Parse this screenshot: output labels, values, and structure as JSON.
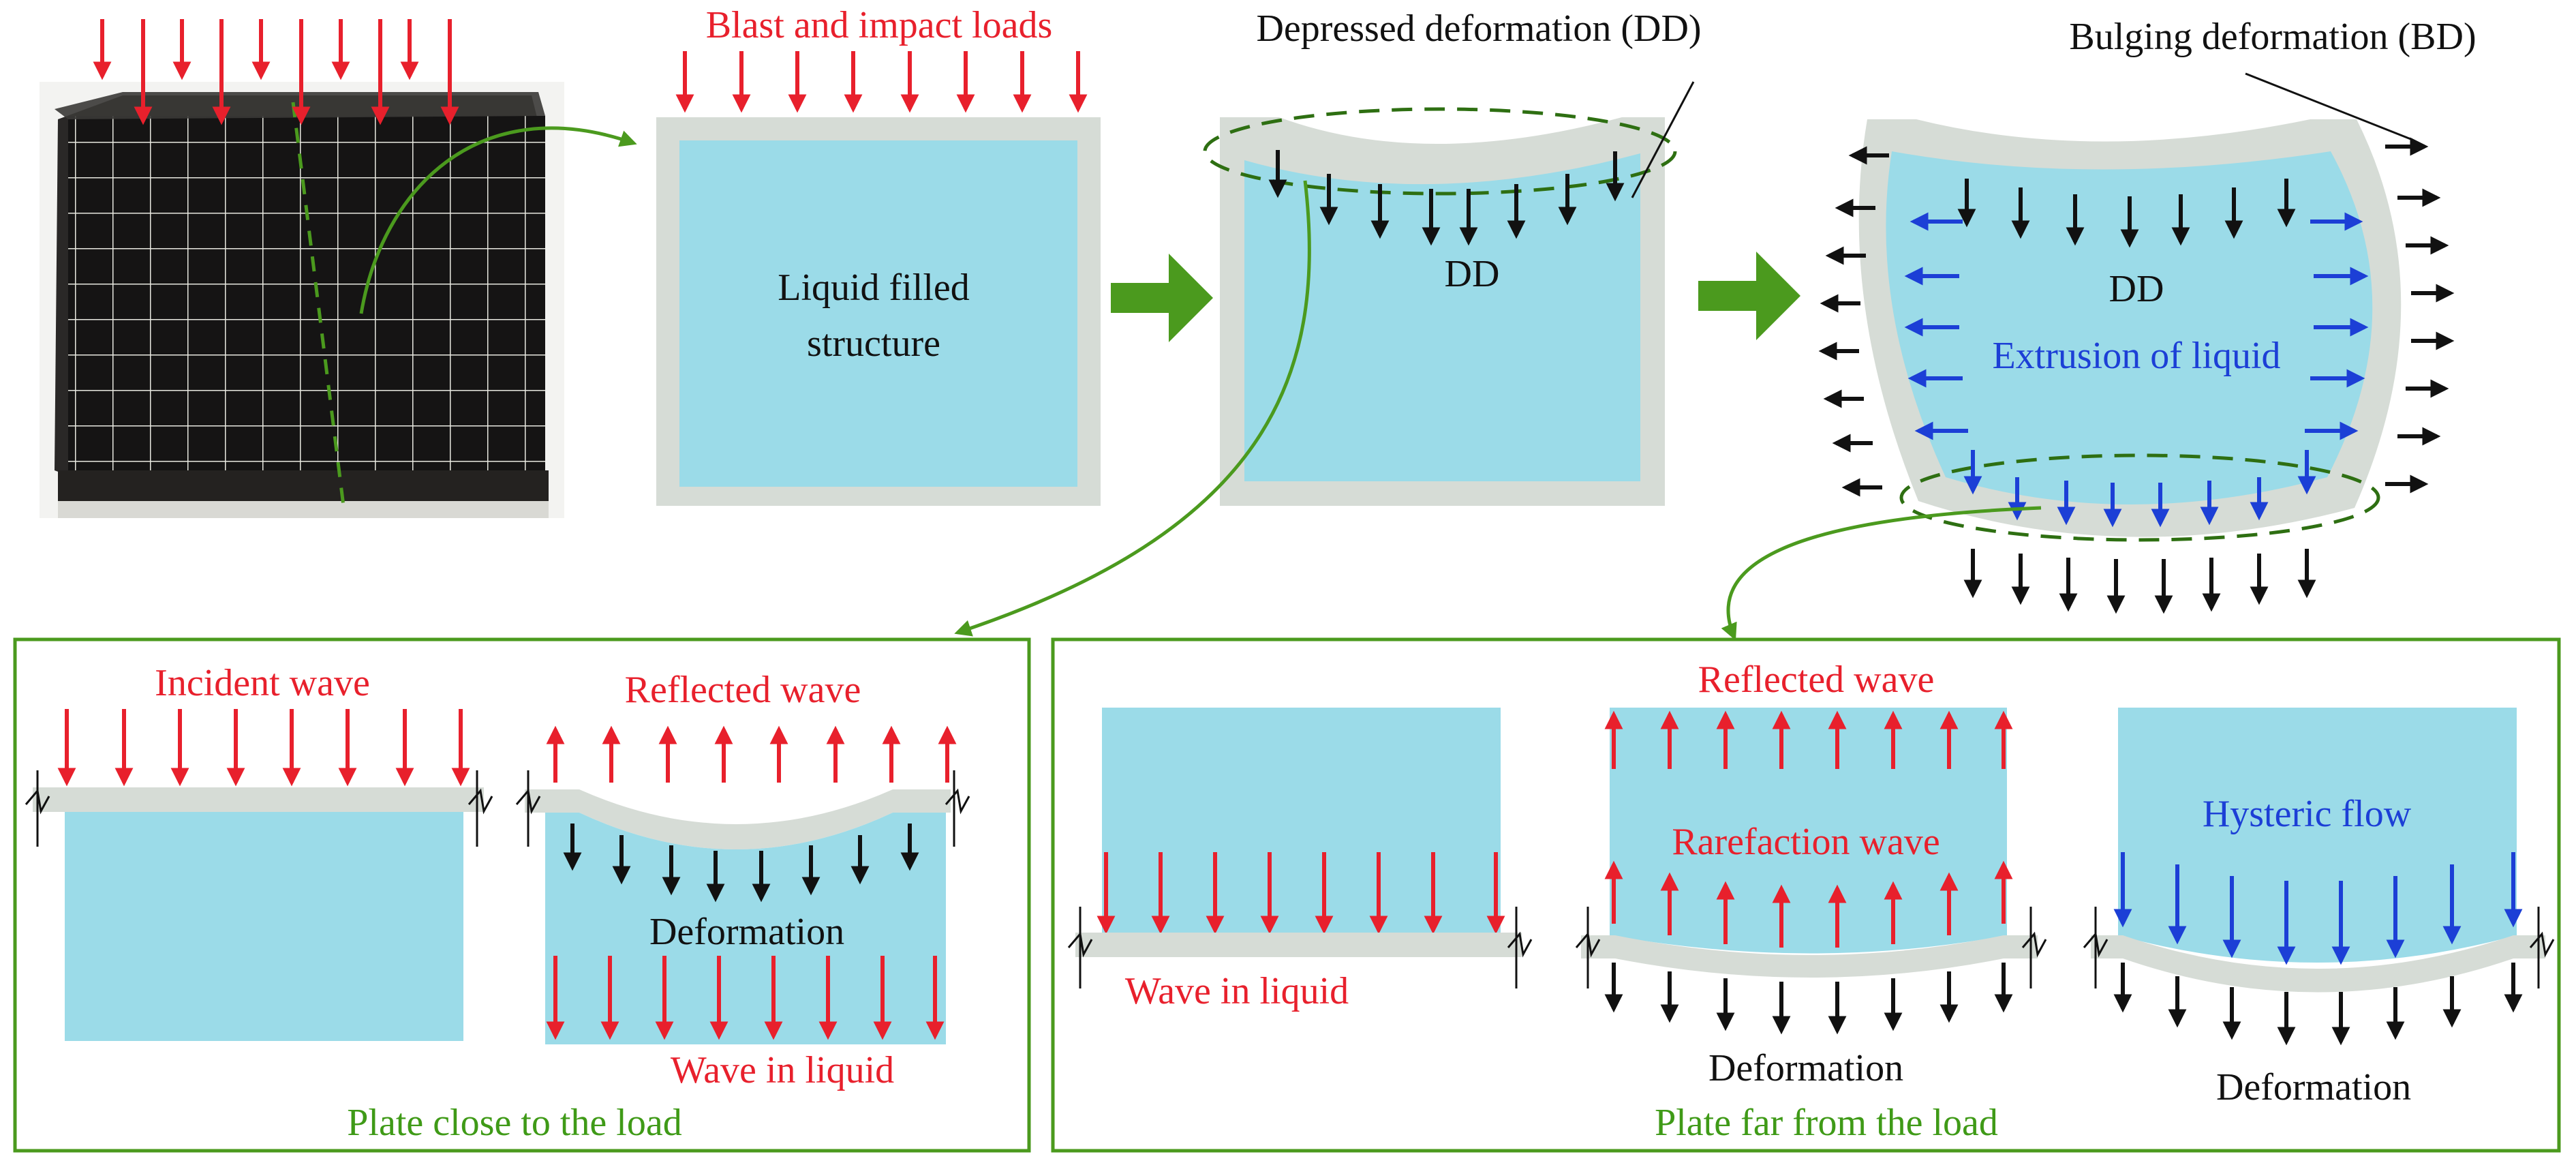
{
  "colors": {
    "liquid": "#9bdbe8",
    "plate": "#d6dcd6",
    "load_arrow": "#e8202c",
    "deformation_arrow": "#111111",
    "flow_arrow": "#1c3fd6",
    "green": "#4b9a1e",
    "red_text": "#e8202c",
    "blue_text": "#1c3fd6",
    "green_text": "#3f9a17"
  },
  "top_row": {
    "photo_caption": "",
    "load_label": "Blast and impact loads",
    "structure_label_line1": "Liquid filled",
    "structure_label_line2": "structure",
    "dd_title": "Depressed deformation (DD)",
    "dd_label": "DD",
    "bd_title": "Bulging deformation (BD)",
    "bd_dd_label": "DD",
    "extrusion_label": "Extrusion of liquid"
  },
  "panel_close": {
    "incident_label": "Incident wave",
    "reflected_label": "Reflected wave",
    "deformation_label": "Deformation",
    "wave_in_liquid_label": "Wave in liquid",
    "caption": "Plate close to the load"
  },
  "panel_far": {
    "wave_in_liquid_label": "Wave in liquid",
    "reflected_label": "Reflected wave",
    "rarefaction_label": "Rarefaction wave",
    "deformation_label_a": "Deformation",
    "hysteric_label": "Hysteric flow",
    "deformation_label_b": "Deformation",
    "caption": "Plate far from the load"
  }
}
